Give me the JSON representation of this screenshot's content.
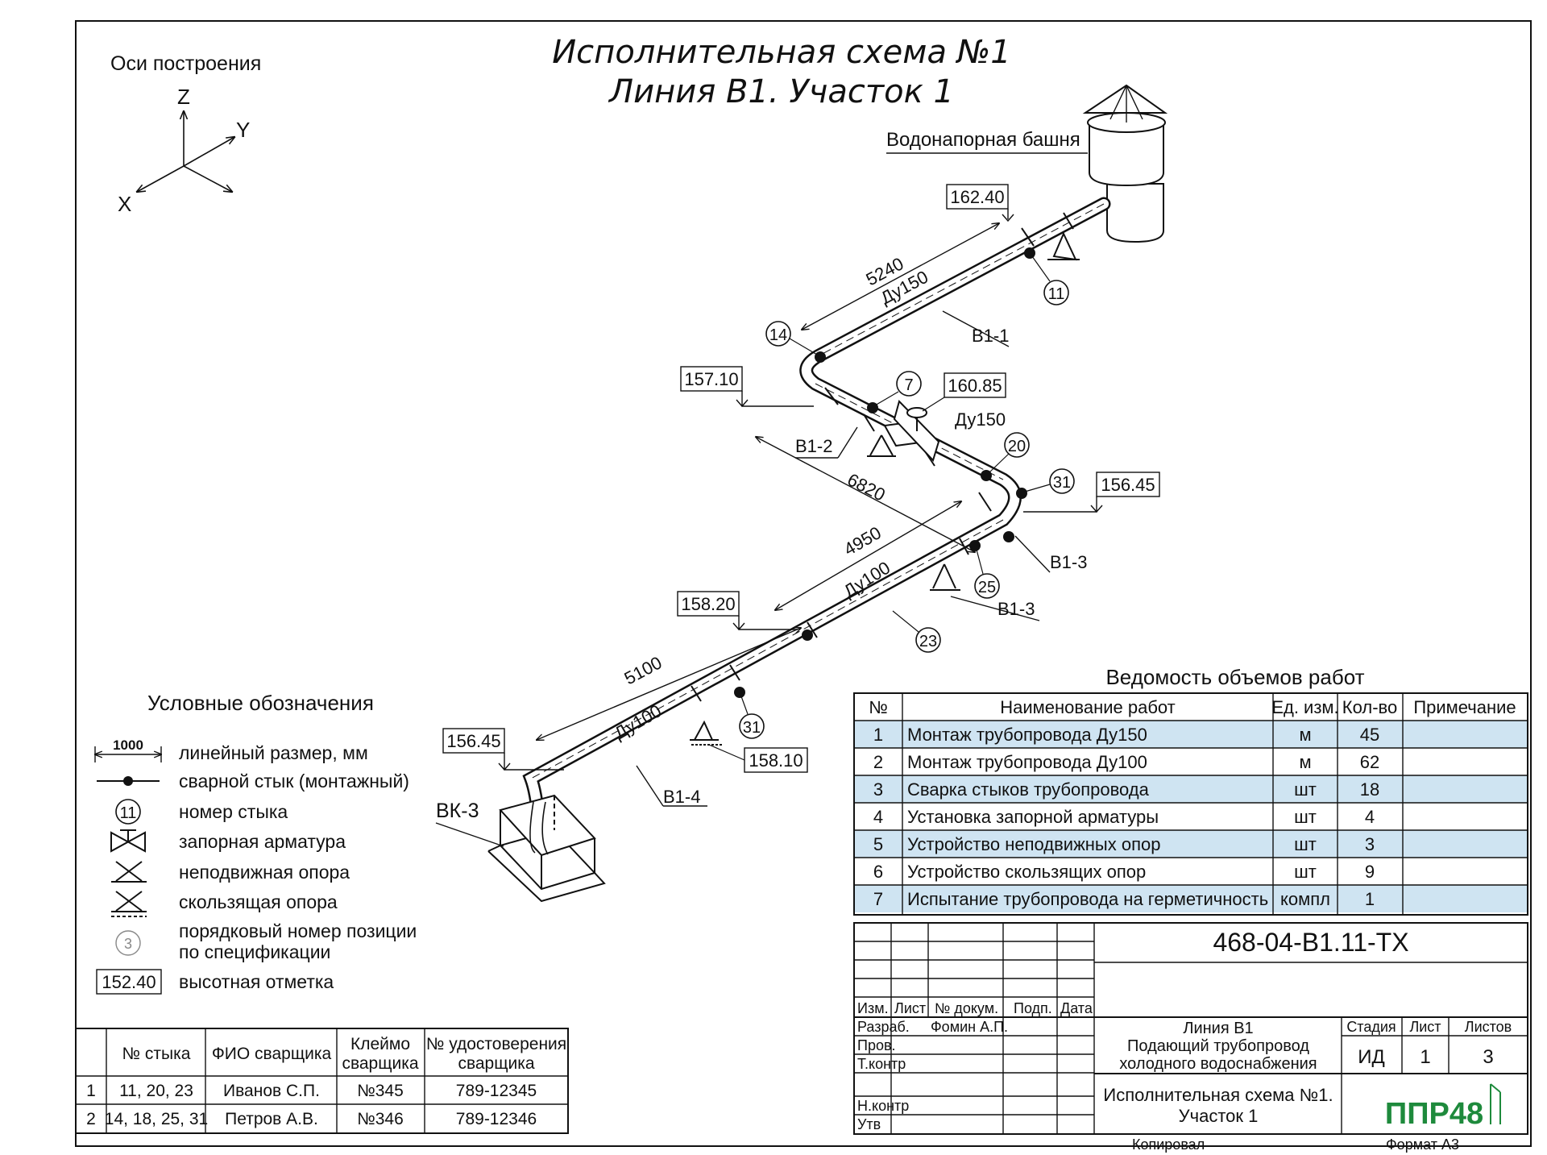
{
  "title": {
    "line1": "Исполнительная схема №1",
    "line2": "Линия В1. Участок 1"
  },
  "axes": {
    "caption": "Оси построения",
    "z": "Z",
    "y": "Y",
    "x": "X"
  },
  "scheme": {
    "tower_label": "Водонапорная башня",
    "well_label": "ВК-3",
    "elevations": [
      "162.40",
      "157.10",
      "160.85",
      "156.45",
      "158.20",
      "156.45",
      "158.10"
    ],
    "dimensions": [
      "5240",
      "6820",
      "4950",
      "5100"
    ],
    "diameters": [
      "Ду150",
      "Ду150",
      "Ду100",
      "Ду100"
    ],
    "segments": [
      "В1-1",
      "В1-2",
      "В1-3",
      "В1-3",
      "В1-4"
    ],
    "joints": [
      "11",
      "14",
      "7",
      "20",
      "31",
      "25",
      "23",
      "31"
    ]
  },
  "legend": {
    "title": "Условные обозначения",
    "dim_sample": "1000",
    "elev_sample": "152.40",
    "pos_sample": "3",
    "items": [
      "линейный размер, мм",
      "сварной стык (монтажный)",
      "номер стыка",
      "запорная арматура",
      "неподвижная опора",
      "скользящая опора",
      "порядковый номер позиции",
      "по спецификации",
      "высотная отметка"
    ]
  },
  "works": {
    "title": "Ведомость объемов работ",
    "headers": [
      "№",
      "Наименование работ",
      "Ед. изм.",
      "Кол-во",
      "Примечание"
    ],
    "rows": [
      [
        "1",
        "Монтаж трубопровода Ду150",
        "м",
        "45",
        ""
      ],
      [
        "2",
        "Монтаж трубопровода Ду100",
        "м",
        "62",
        ""
      ],
      [
        "3",
        "Сварка стыков трубопровода",
        "шт",
        "18",
        ""
      ],
      [
        "4",
        "Установка запорной арматуры",
        "шт",
        "4",
        ""
      ],
      [
        "5",
        "Устройство неподвижных опор",
        "шт",
        "3",
        ""
      ],
      [
        "6",
        "Устройство скользящих опор",
        "шт",
        "9",
        ""
      ],
      [
        "7",
        "Испытание трубопровода на герметичность",
        "компл",
        "1",
        ""
      ]
    ],
    "highlight_color": "#cfe4f2"
  },
  "welders": {
    "headers": [
      "",
      "№ стыка",
      "ФИО сварщика",
      "Клеймо",
      "сварщика",
      "№ удостоверения",
      "сварщика"
    ],
    "rows": [
      [
        "1",
        "11, 20, 23",
        "Иванов С.П.",
        "№345",
        "789-12345"
      ],
      [
        "2",
        "14, 18, 25, 31",
        "Петров А.В.",
        "№346",
        "789-12346"
      ]
    ]
  },
  "stamp": {
    "code": "468-04-В1.11-ТХ",
    "rev_headers": [
      "Изм.",
      "Лист",
      "№ докум.",
      "Подп.",
      "Дата"
    ],
    "roles": [
      "Разраб.",
      "Пров.",
      "Т.контр",
      "Н.контр",
      "Утв"
    ],
    "developer": "Фомин А.П.",
    "object_lines": [
      "Линия В1",
      "Подающий трубопровод",
      "холодного водоснабжения"
    ],
    "sheet_title_lines": [
      "Исполнительная схема №1.",
      "Участок 1"
    ],
    "stage_label": "Стадия",
    "sheet_label": "Лист",
    "sheets_label": "Листов",
    "stage": "ИД",
    "sheet": "1",
    "sheets": "3",
    "logo_text": "ППР48",
    "logo_color": "#1e8a3c",
    "copied": "Копировал",
    "format": "Формат А3"
  }
}
